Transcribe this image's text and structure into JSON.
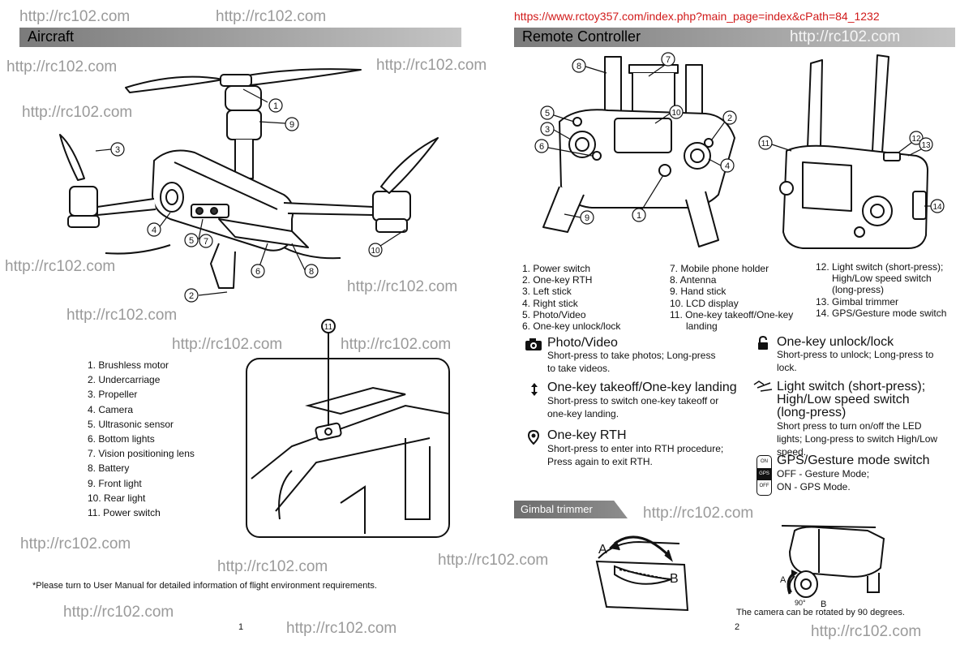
{
  "watermark": "http://rc102.com",
  "source_url": "https://www.rctoy357.com/index.php?main_page=index&cPath=84_1232",
  "left_page": {
    "header": "Aircraft",
    "parts": [
      "1. Brushless motor",
      "2. Undercarriage",
      "3. Propeller",
      "4. Camera",
      "5. Ultrasonic sensor",
      "6. Bottom lights",
      "7. Vision positioning lens",
      "8. Battery",
      "9. Front light",
      "10. Rear light",
      "11. Power switch"
    ],
    "footnote": "*Please turn to User Manual for detailed information of flight environment requirements.",
    "page_number": "1",
    "callouts": [
      "1",
      "2",
      "3",
      "4",
      "5",
      "6",
      "7",
      "8",
      "9",
      "10",
      "11"
    ]
  },
  "right_page": {
    "header": "Remote Controller",
    "list_col1": [
      "1. Power switch",
      "2. One-key RTH",
      "3. Left stick",
      "4. Right stick",
      "5. Photo/Video",
      "6. One-key unlock/lock"
    ],
    "list_col2": [
      "7. Mobile phone holder",
      "8. Antenna",
      "9. Hand stick",
      "10. LCD display",
      "11. One-key takeoff/One-key",
      "landing"
    ],
    "list_col3": [
      "12. Light switch (short-press);",
      "High/Low speed switch",
      "(long-press)",
      "13. Gimbal trimmer",
      "14. GPS/Gesture mode switch"
    ],
    "sections": {
      "photo": {
        "title": "Photo/Video",
        "desc": "Short-press to take photos; Long-press to take videos."
      },
      "takeoff": {
        "title": "One-key takeoff/One-key landing",
        "desc": "Short-press to switch one-key takeoff or one-key landing."
      },
      "rth": {
        "title": "One-key RTH",
        "desc": "Short-press to enter into RTH procedure; Press again to exit RTH."
      },
      "unlock": {
        "title": "One-key unlock/lock",
        "desc": "Short-press to unlock; Long-press to lock."
      },
      "light": {
        "title1": "Light switch (short-press);",
        "title2": "High/Low speed switch",
        "title3": "(long-press)",
        "desc": "Short press to turn on/off the LED lights; Long-press to switch High/Low speed."
      },
      "gps": {
        "title": "GPS/Gesture mode switch",
        "desc1": "OFF - Gesture Mode;",
        "desc2": "ON - GPS Mode."
      }
    },
    "gps_icon": {
      "on": "ON",
      "gps": "GPS",
      "off": "OFF"
    },
    "gimbal": {
      "tab": "Gimbal trimmer",
      "label_a": "A",
      "label_b": "B",
      "label_a2": "A",
      "label_b2": "B",
      "angle": "90°",
      "caption": "The camera can be rotated by 90 degrees."
    },
    "page_number": "2",
    "callouts": [
      "1",
      "2",
      "3",
      "4",
      "5",
      "6",
      "7",
      "8",
      "9",
      "10",
      "11",
      "12",
      "13",
      "14"
    ]
  },
  "colors": {
    "header_dark": "#7b7b7b",
    "header_light": "#c4c4c4",
    "watermark": "#9a9a9a",
    "url_red": "#d11a1a"
  }
}
